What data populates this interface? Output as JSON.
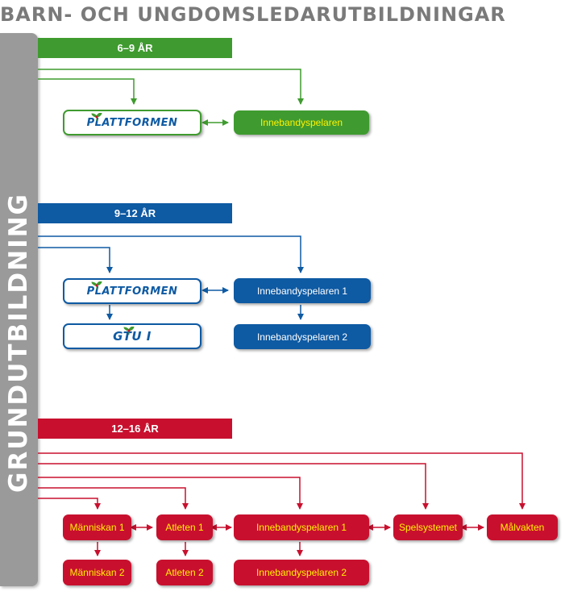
{
  "title": "BARN- OCH UNGDOMSLEDARUTBILDNINGAR",
  "sidebar": {
    "label": "GRUNDUTBILDNING"
  },
  "sections": {
    "age_6_9": {
      "label": "6–9 ÅR",
      "color": "#3f9b2f",
      "courses": {
        "plattformen": "PLATTFORMEN",
        "innebandyspelaren": "Innebandyspelaren"
      }
    },
    "age_9_12": {
      "label": "9–12 ÅR",
      "color": "#0e5aa3",
      "courses": {
        "plattformen": "PLATTFORMEN",
        "gtu": "GTU I",
        "innebandyspelaren_1": "Innebandyspelaren 1",
        "innebandyspelaren_2": "Innebandyspelaren 2"
      }
    },
    "age_12_16": {
      "label": "12–16 ÅR",
      "color": "#c8102e",
      "courses": {
        "manniskan_1": "Människan 1",
        "manniskan_2": "Människan 2",
        "atleten_1": "Atleten 1",
        "atleten_2": "Atleten 2",
        "innebandyspelaren_1": "Innebandyspelaren 1",
        "innebandyspelaren_2": "Innebandyspelaren 2",
        "spelsystemet": "Spelsystemet",
        "malvakten": "Målvakten"
      }
    }
  },
  "colors": {
    "text_yellow": "#fff200",
    "sidebar": "#9a9a9a",
    "title": "#7a7a7a"
  }
}
